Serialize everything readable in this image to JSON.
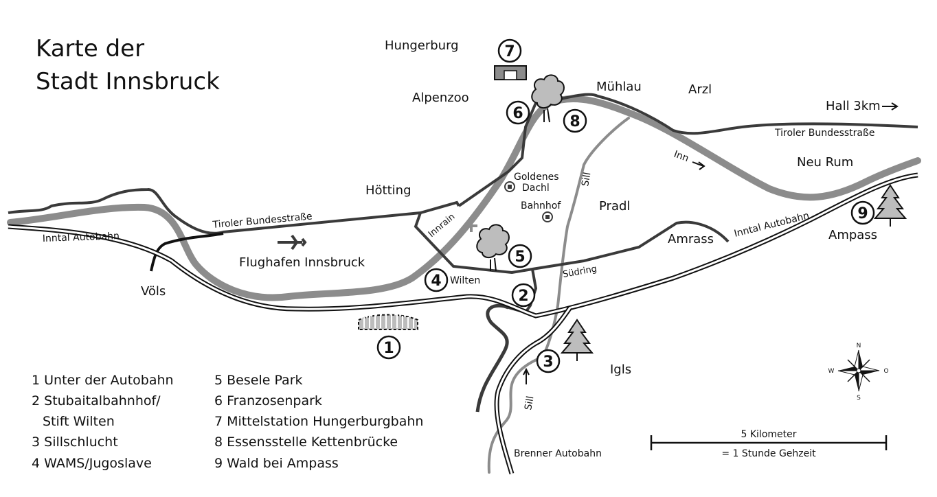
{
  "title": {
    "line1": "Karte der",
    "line2": "Stadt Innsbruck"
  },
  "places": {
    "hungerburg": "Hungerburg",
    "alpenzoo": "Alpenzoo",
    "muehlau": "Mühlau",
    "arzl": "Arzl",
    "hall": "Hall 3km",
    "neu_rum": "Neu Rum",
    "hoetting": "Hötting",
    "goldenes": "Goldenes",
    "dachl": "Dachl",
    "bahnhof": "Bahnhof",
    "pradl": "Pradl",
    "amrass": "Amrass",
    "ampass": "Ampass",
    "flughafen": "Flughafen Innsbruck",
    "voels": "Völs",
    "wilten": "Wilten",
    "igls": "Igls"
  },
  "roads": {
    "tiroler_west": "Tiroler Bundesstraße",
    "tiroler_east": "Tiroler Bundesstraße",
    "inntal_west": "Inntal Autobahn",
    "inntal_east": "Inntal Autobahn",
    "brenner": "Brenner Autobahn",
    "innrain": "Innrain",
    "suedring": "Südring"
  },
  "rivers": {
    "inn": "Inn",
    "sill_north": "Sill",
    "sill_south": "Sill"
  },
  "markers": [
    "1",
    "2",
    "3",
    "4",
    "5",
    "6",
    "7",
    "8",
    "9"
  ],
  "legend": {
    "col1": [
      "1 Unter der Autobahn",
      "2 Stubaitalbahnhof/",
      "Stift Wilten",
      "3 Sillschlucht",
      "4 WAMS/Jugoslave"
    ],
    "col2": [
      "5 Besele Park",
      "6 Franzosenpark",
      "7 Mittelstation Hungerburgbahn",
      "8 Essensstelle Kettenbrücke",
      "9 Wald bei Ampass"
    ]
  },
  "compass": {
    "n": "N",
    "s": "S",
    "w": "W",
    "o": "O"
  },
  "scale": {
    "top": "5 Kilometer",
    "bottom": "= 1 Stunde Gehzeit"
  },
  "colors": {
    "river": "#8c8c8c",
    "road": "#3a3a3a",
    "highway": "#111111"
  }
}
